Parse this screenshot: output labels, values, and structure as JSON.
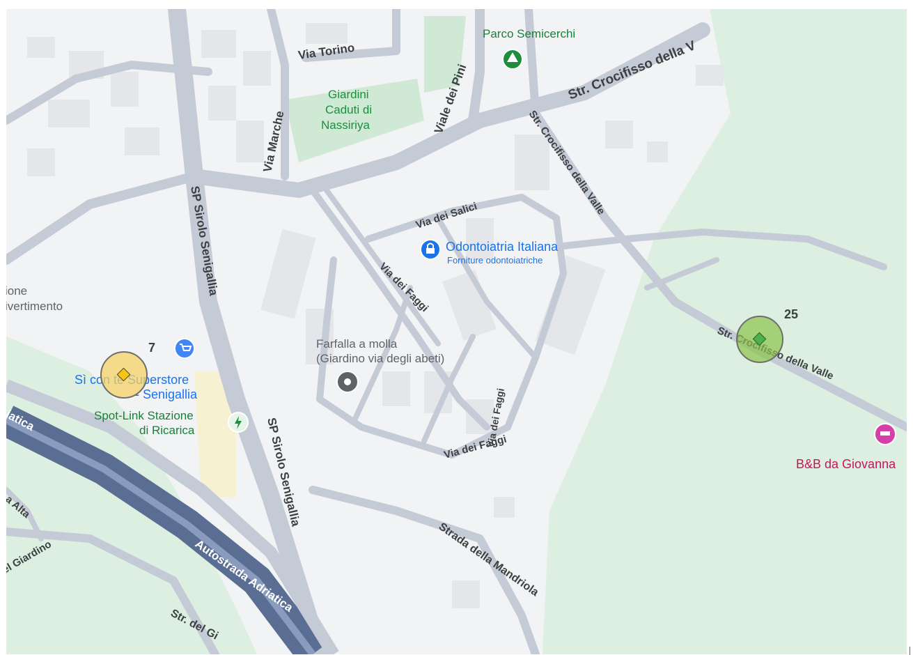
{
  "map": {
    "streets": {
      "via_torino": "Via Torino",
      "viale_dei_pini": "Viale dei Pini",
      "str_crocifisso_top": "Str. Crocifisso della V",
      "str_crocifisso_valle_diag": "Str. Crocifisso della Valle",
      "str_crocifisso_valle_right": "Str. Crocifisso della Valle",
      "via_marche": "Via Marche",
      "sp_sirolo_upper": "SP Sirolo Senigallia",
      "sp_sirolo_lower": "SP Sirolo Senigallia",
      "via_dei_salici": "Via dei Salici",
      "via_dei_faggi_1": "Via dei Faggi",
      "via_dei_faggi_2": "Via dei Faggi",
      "via_dei_faggi_3": "Via dei Faggi",
      "strada_della_mandriola": "Strada della Mandriola",
      "autostrada_adriatica": "Autostrada Adriatica",
      "adriatica_left": "iatica",
      "str_del_gi": "Str. del Gi",
      "alta_left": "a Alta",
      "el_giardino_left": "el Giardino"
    },
    "pois": {
      "parco_semicerchi": "Parco Semicerchi",
      "giardini_caduti_1": "Giardini",
      "giardini_caduti_2": "Caduti di",
      "giardini_caduti_3": "Nassiriya",
      "odontoiatria_name": "Odontoiatria Italiana",
      "odontoiatria_sub": "Forniture odontoiatriche",
      "farfalla_1": "Farfalla a molla",
      "farfalla_2": "(Giardino via degli abeti)",
      "superstore_1": "Sì con te Superstore",
      "superstore_2": "- Senigallia",
      "spotlink_1": "Spot-Link Stazione",
      "spotlink_2": "di Ricarica",
      "bnb": "B&B da Giovanna",
      "left_cut_1": "ione",
      "left_cut_2": "ivertimento"
    },
    "markers": {
      "yellow_count": "7",
      "green_count": "25"
    },
    "colors": {
      "land": "#f1f3f4",
      "park": "#d4ecd9",
      "road": "#c5cbd6",
      "highway": "#6b7fa3",
      "yellow_marker": "#f6d365",
      "green_marker": "#8bc34a",
      "poi_blue": "#1a73e8",
      "poi_pink": "#d63ea8"
    }
  }
}
